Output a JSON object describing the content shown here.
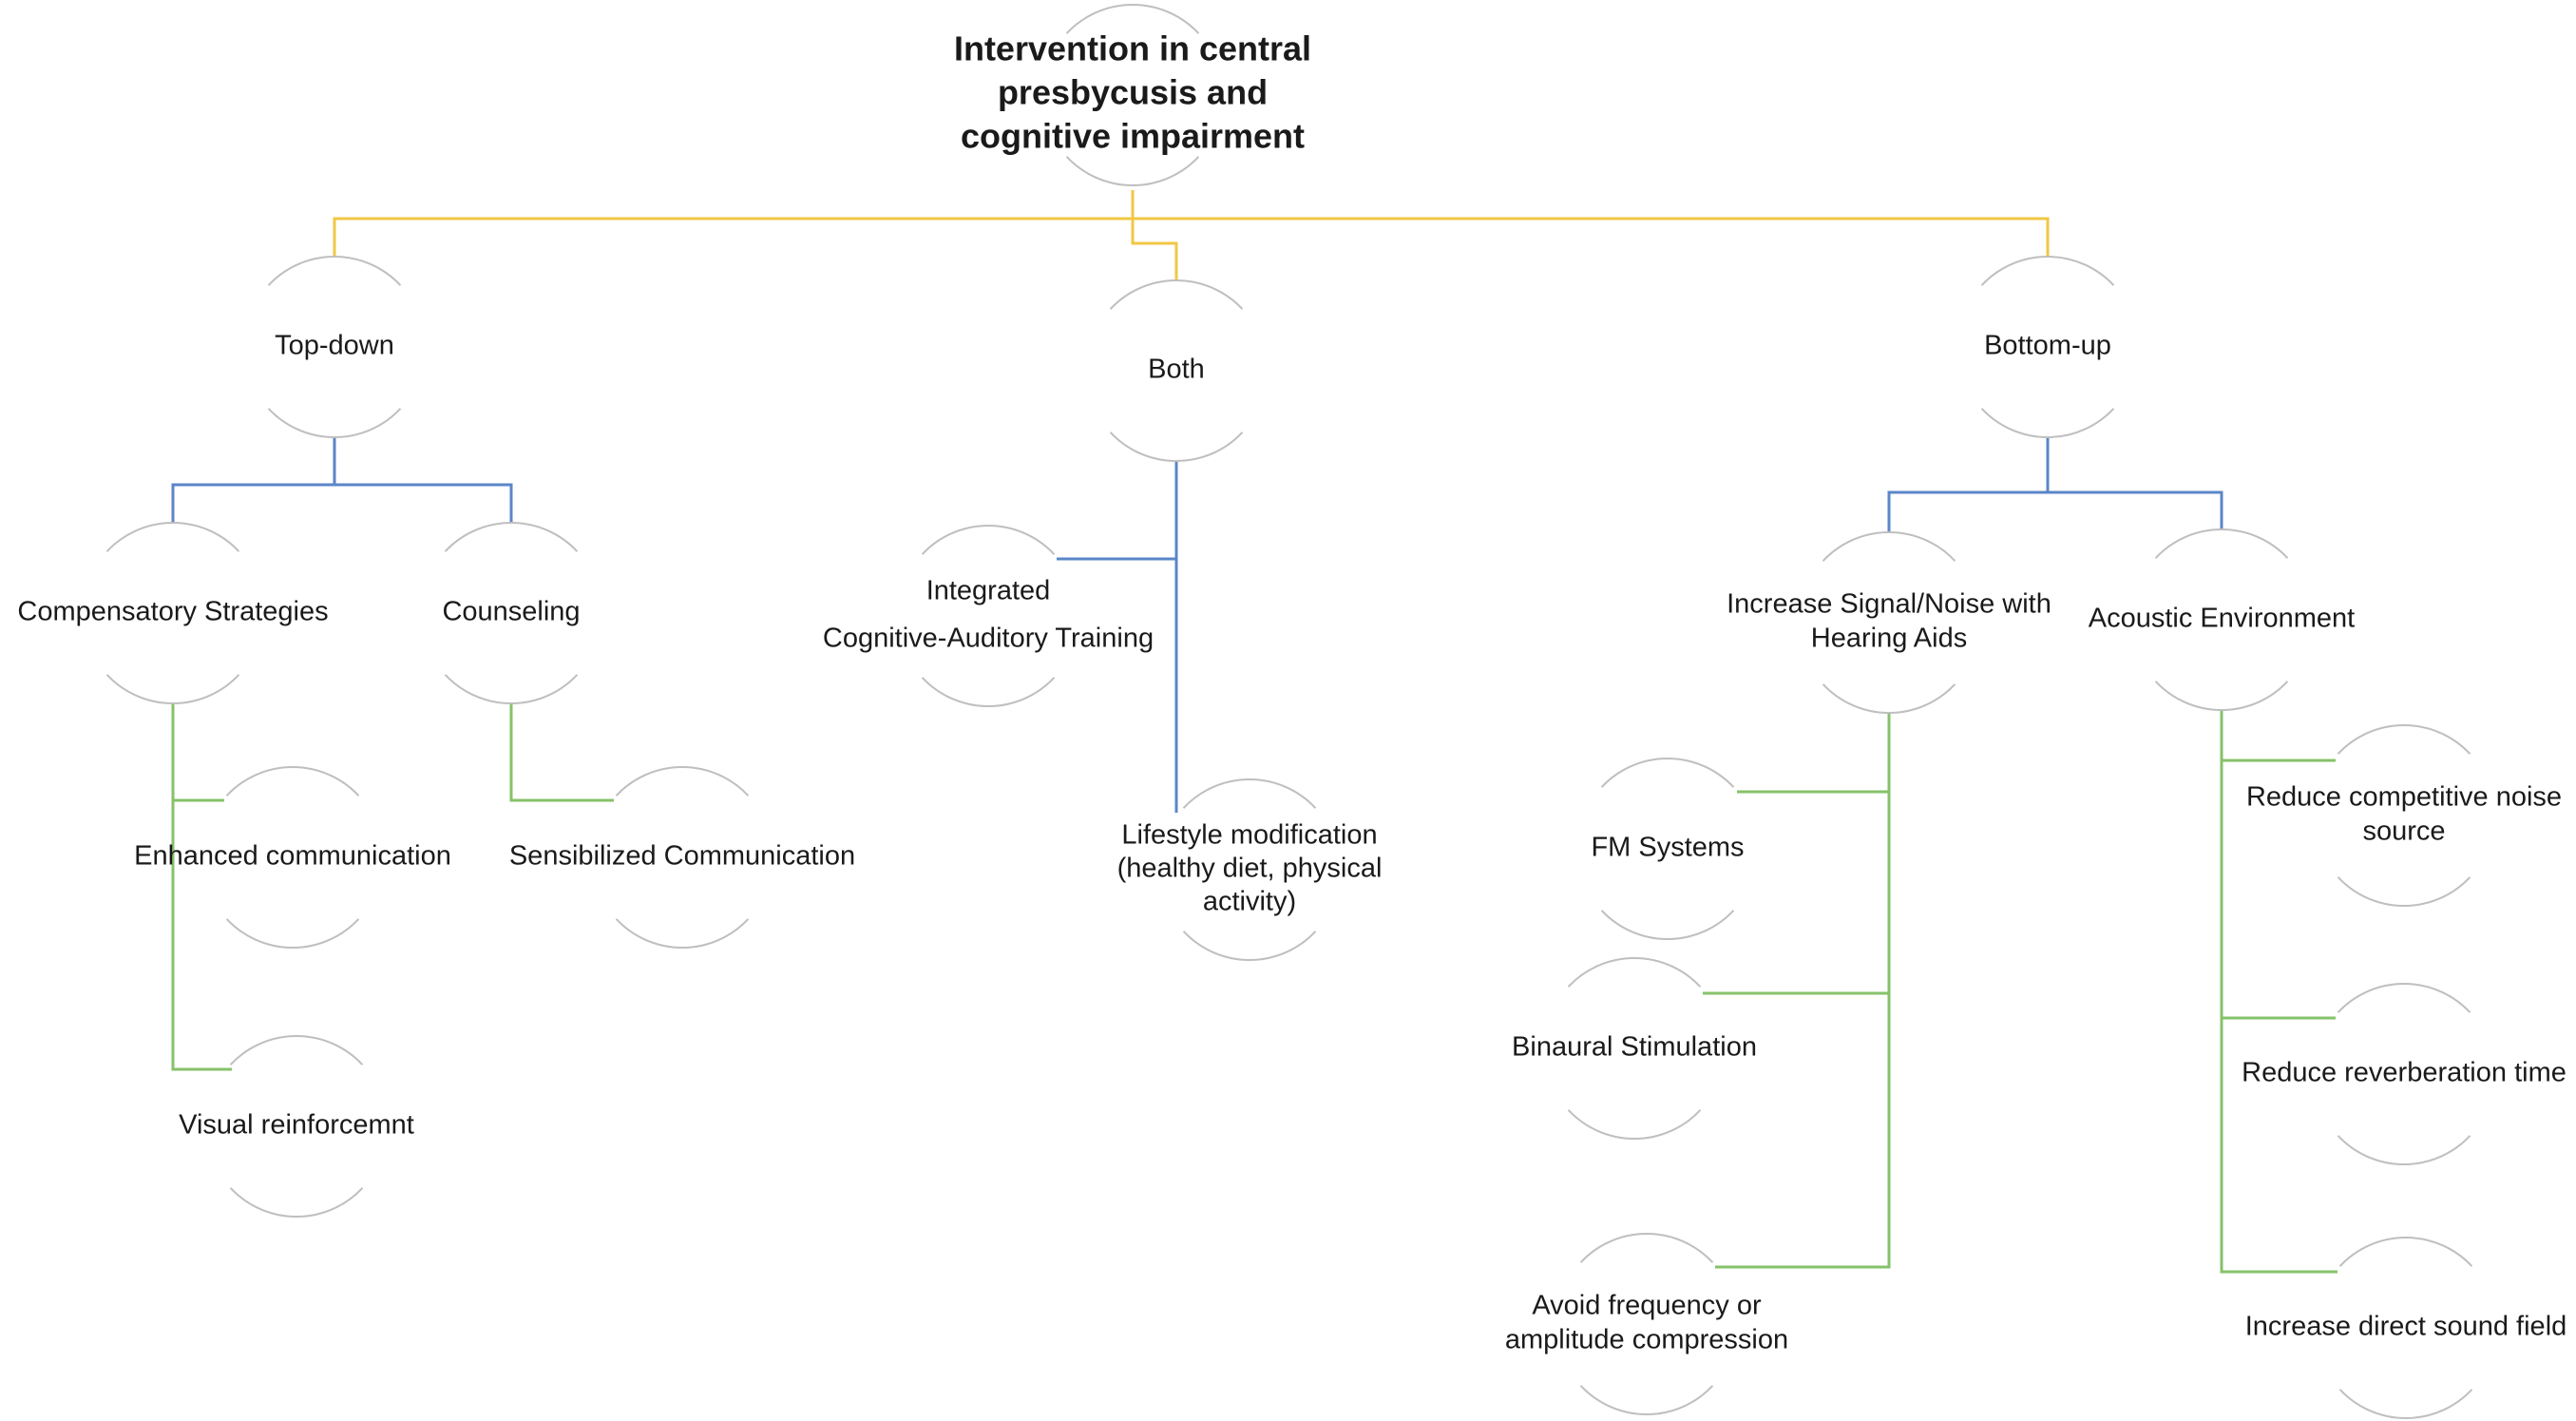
{
  "diagram": {
    "nodes": [
      {
        "id": "root",
        "lines": [
          "Intervention in central",
          "presbycusis and",
          "cognitive impairment"
        ]
      },
      {
        "id": "topdown",
        "lines": [
          "Top-down"
        ]
      },
      {
        "id": "both",
        "lines": [
          "Both"
        ]
      },
      {
        "id": "bottomup",
        "lines": [
          "Bottom-up"
        ]
      },
      {
        "id": "compensatory",
        "lines": [
          "Compensatory Strategies"
        ]
      },
      {
        "id": "counseling",
        "lines": [
          "Counseling"
        ]
      },
      {
        "id": "enhanced",
        "lines": [
          "Enhanced communication"
        ]
      },
      {
        "id": "visual",
        "lines": [
          "Visual reinforcemnt"
        ]
      },
      {
        "id": "sensibilized",
        "lines": [
          "Sensibilized Communication"
        ]
      },
      {
        "id": "integrated",
        "lines": [
          "Integrated",
          "Cognitive-Auditory Training"
        ]
      },
      {
        "id": "lifestyle",
        "lines": [
          "Lifestyle modification",
          "(healthy diet, physical",
          "activity)"
        ]
      },
      {
        "id": "signal",
        "lines": [
          "Increase Signal/Noise with",
          "Hearing Aids"
        ]
      },
      {
        "id": "acoustic",
        "lines": [
          "Acoustic Environment"
        ]
      },
      {
        "id": "fm",
        "lines": [
          "FM Systems"
        ]
      },
      {
        "id": "binaural",
        "lines": [
          "Binaural Stimulation"
        ]
      },
      {
        "id": "avoid",
        "lines": [
          "Avoid frequency or",
          "amplitude compression"
        ]
      },
      {
        "id": "competitive",
        "lines": [
          "Reduce competitive noise",
          "source"
        ]
      },
      {
        "id": "reverb",
        "lines": [
          "Reduce reverberation time"
        ]
      },
      {
        "id": "direct",
        "lines": [
          "Increase direct sound field"
        ]
      }
    ],
    "edges": [
      {
        "from": "root",
        "to": "topdown"
      },
      {
        "from": "root",
        "to": "both"
      },
      {
        "from": "root",
        "to": "bottomup"
      },
      {
        "from": "topdown",
        "to": "compensatory"
      },
      {
        "from": "topdown",
        "to": "counseling"
      },
      {
        "from": "compensatory",
        "to": "enhanced"
      },
      {
        "from": "compensatory",
        "to": "visual"
      },
      {
        "from": "counseling",
        "to": "sensibilized"
      },
      {
        "from": "both",
        "to": "integrated"
      },
      {
        "from": "both",
        "to": "lifestyle"
      },
      {
        "from": "bottomup",
        "to": "signal"
      },
      {
        "from": "bottomup",
        "to": "acoustic"
      },
      {
        "from": "signal",
        "to": "fm"
      },
      {
        "from": "signal",
        "to": "binaural"
      },
      {
        "from": "signal",
        "to": "avoid"
      },
      {
        "from": "acoustic",
        "to": "competitive"
      },
      {
        "from": "acoustic",
        "to": "reverb"
      },
      {
        "from": "acoustic",
        "to": "direct"
      }
    ],
    "colors": {
      "level1": "#f2c744",
      "level2": "#5b86c9",
      "level3": "#86c26a",
      "outline": "#bfbfbf",
      "text": "#1a1a1a"
    }
  }
}
